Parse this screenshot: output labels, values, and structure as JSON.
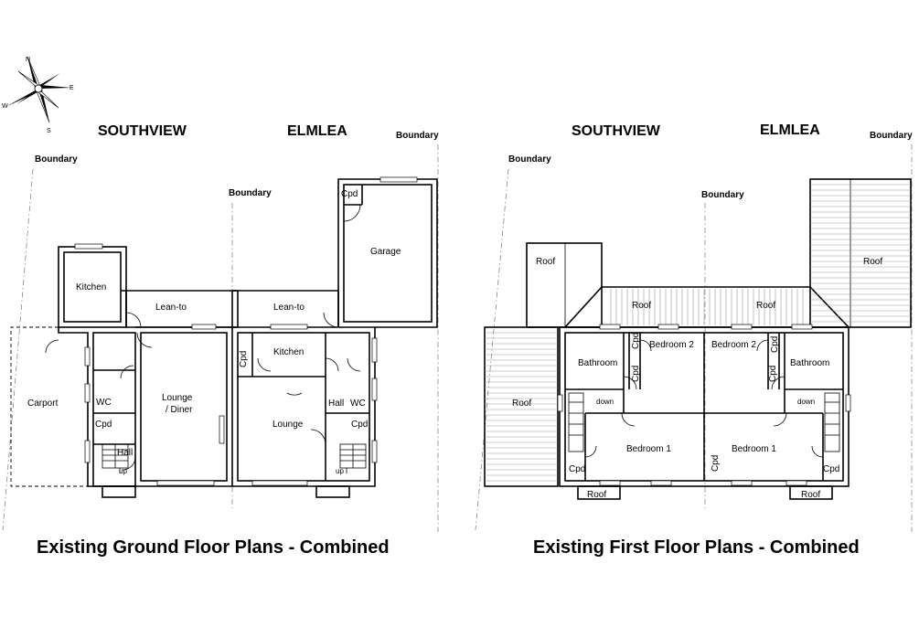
{
  "compass": {
    "n": "N",
    "s": "S",
    "e": "E",
    "w": "W"
  },
  "ground": {
    "title": "Existing Ground Floor Plans - Combined",
    "house_left": "SOUTHVIEW",
    "house_right": "ELMLEA",
    "boundary_labels": [
      "Boundary",
      "Boundary",
      "Boundary"
    ],
    "rooms": {
      "kitchen_left": "Kitchen",
      "leanto_left": "Lean-to",
      "leanto_right": "Lean-to",
      "garage": "Garage",
      "garage_cpd": "Cpd",
      "carport": "Carport",
      "wc_left": "WC",
      "cpd_left": "Cpd",
      "hall_left": "Hall",
      "up_left": "up",
      "lounge_diner_1": "Lounge",
      "lounge_diner_2": "/ Diner",
      "cpd_kitchen_right": "Cpd",
      "kitchen_right": "Kitchen",
      "lounge_right": "Lounge",
      "hall_right": "Hall",
      "wc_right": "WC",
      "cpd_right": "Cpd",
      "up_right": "up"
    }
  },
  "first": {
    "title": "Existing First Floor Plans - Combined",
    "house_left": "SOUTHVIEW",
    "house_right": "ELMLEA",
    "boundary_labels": [
      "Boundary",
      "Boundary",
      "Boundary"
    ],
    "rooms": {
      "roof_back_left": "Roof",
      "roof_mid_left": "Roof",
      "roof_mid_right": "Roof",
      "roof_right": "Roof",
      "roof_side_left": "Roof",
      "bathroom_left": "Bathroom",
      "cpd_a": "Cpd",
      "cpd_b": "Cpd",
      "bedroom2_left": "Bedroom 2",
      "down_left": "down",
      "bedroom1_left": "Bedroom 1",
      "cpd_bl": "Cpd",
      "roof_front_left": "Roof",
      "bedroom2_right": "Bedroom 2",
      "cpd_c": "Cpd",
      "cpd_d": "Cpd",
      "bathroom_right": "Bathroom",
      "down_right": "down",
      "cpd_e": "Cpd",
      "bedroom1_right": "Bedroom 1",
      "cpd_br": "Cpd",
      "roof_front_right": "Roof"
    }
  }
}
